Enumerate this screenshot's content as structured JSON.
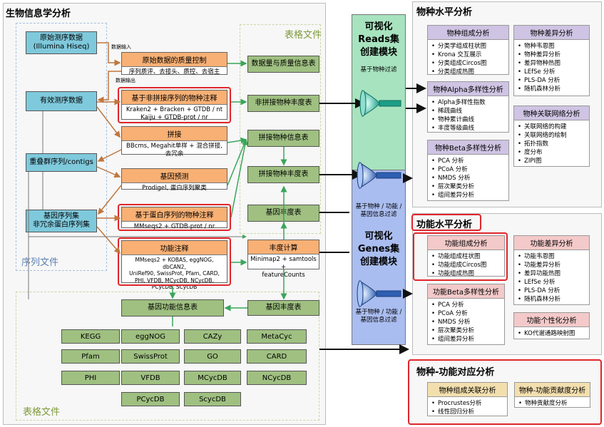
{
  "title_main": "生物信息学分析",
  "left": {
    "raw": "原始测序数据\n(Illumina Hiseq)",
    "clean": "有效测序数据",
    "contigs": "重叠群序列/contigs",
    "genes": "基因序列集\n非冗余蛋白序列集",
    "note_in": "数据输入",
    "note_out": "数据输出",
    "region_seq": "序列文件",
    "region_table_top": "表格文件",
    "region_table_bottom": "表格文件"
  },
  "steps": {
    "qc_head": "原始数据的质量控制",
    "qc_body": "序列质评、去接头、质控、去宿主",
    "nonasm_head": "基于非拼接序列的物种注释",
    "nonasm_body": "Kraken2 + Bracken + GTDB / nt\nKaiju + GTDB-prot / nr",
    "assemble_head": "拼接",
    "assemble_body": "BBcms, Megahit单样 + 混合拼接,\n去冗余",
    "predict_head": "基因预测",
    "predict_body": "Prodigel, 蛋白序列聚类",
    "protein_head": "基于蛋白序列的物种注释",
    "protein_body": "MMseqs2 + GTDB-prot / nr",
    "func_head": "功能注释",
    "func_body": "MMseqs2 + KOBAS, eggNOG, dbCAN2,\nUniRef90, SwissProt, Pfam, CARD,\nPHI, VFDB, MCycDB, NCycDB,\nPCycDB, SCycDB"
  },
  "tables": {
    "qc_table": "数据量与质量信息表",
    "nonasm_table": "非拼接物种丰度表",
    "asm_info": "拼接物种信息表",
    "asm_abund": "拼接物种丰度表",
    "gene_abund": "基因丰度表",
    "abund_calc_head": "丰度计算",
    "abund_calc_body": "Minimap2 + samtools +\nfeatureCounts",
    "gene_abund2": "基因丰度表",
    "gene_func": "基因功能信息表"
  },
  "dbs": [
    "KEGG",
    "eggNOG",
    "CAZy",
    "MetaCyc",
    "Pfam",
    "SwissProt",
    "GO",
    "CARD",
    "PHI",
    "VFDB",
    "MCycDB",
    "NCycDB",
    "PCycDB",
    "ScycDB"
  ],
  "modules": {
    "reads_title": "可视化\nReads集\n创建模块",
    "reads_filter": "基于物种过滤",
    "genes_filter_top": "基于物种 / 功能 /\n基因信息过滤",
    "genes_title": "可视化\nGenes集\n创建模块",
    "genes_filter_bottom": "基于物种 / 功能 /\n基因信息过滤"
  },
  "species": {
    "title": "物种水平分析",
    "comp": {
      "head": "物种组成分析",
      "items": [
        "分类学组成柱状图",
        "Krona 交互展示",
        "分类组成Circos图",
        "分类组成热图"
      ]
    },
    "alpha": {
      "head": "物种Alpha多样性分析",
      "items": [
        "Alpha多样性指数",
        "稀疏曲线",
        "物种累计曲线",
        "丰度等级曲线"
      ]
    },
    "beta": {
      "head": "物种Beta多样性分析",
      "items": [
        "PCA 分析",
        "PCoA 分析",
        "NMDS 分析",
        "层次聚类分析",
        "组间差异分析"
      ]
    },
    "diff": {
      "head": "物种差异分析",
      "items": [
        "物种韦恩图",
        "物种差异分析",
        "差异物种热图",
        "LEfSe 分析",
        "PLS-DA 分析",
        "随机森林分析"
      ]
    },
    "net": {
      "head": "物种关联网络分析",
      "items": [
        "关联网络的构建",
        "关联网络的绘制",
        "拓扑指数",
        "度分布",
        "ZIPI图"
      ]
    }
  },
  "function": {
    "title": "功能水平分析",
    "comp": {
      "head": "功能组成分析",
      "items": [
        "功能组成柱状图",
        "功能组成Circos图",
        "功能组成热图"
      ]
    },
    "beta": {
      "head": "功能Beta多样性分析",
      "items": [
        "PCA 分析",
        "PCoA 分析",
        "NMDS 分析",
        "层次聚类分析",
        "组间差异分析"
      ]
    },
    "diff": {
      "head": "功能差异分析",
      "items": [
        "功能韦恩图",
        "功能差异分析",
        "差异功能热图",
        "LEfSe 分析",
        "PLS-DA 分析",
        "随机森林分析"
      ]
    },
    "person": {
      "head": "功能个性化分析",
      "items": [
        "KO代谢通路映射图"
      ]
    }
  },
  "corr": {
    "title": "物种-功能对应分析",
    "comp": {
      "head": "物种组成关联分析",
      "items": [
        "Procrustes分析",
        "线性回归分析"
      ]
    },
    "contrib": {
      "head": "物种-功能贡献度分析",
      "items": [
        "物种贡献度分析"
      ]
    }
  }
}
